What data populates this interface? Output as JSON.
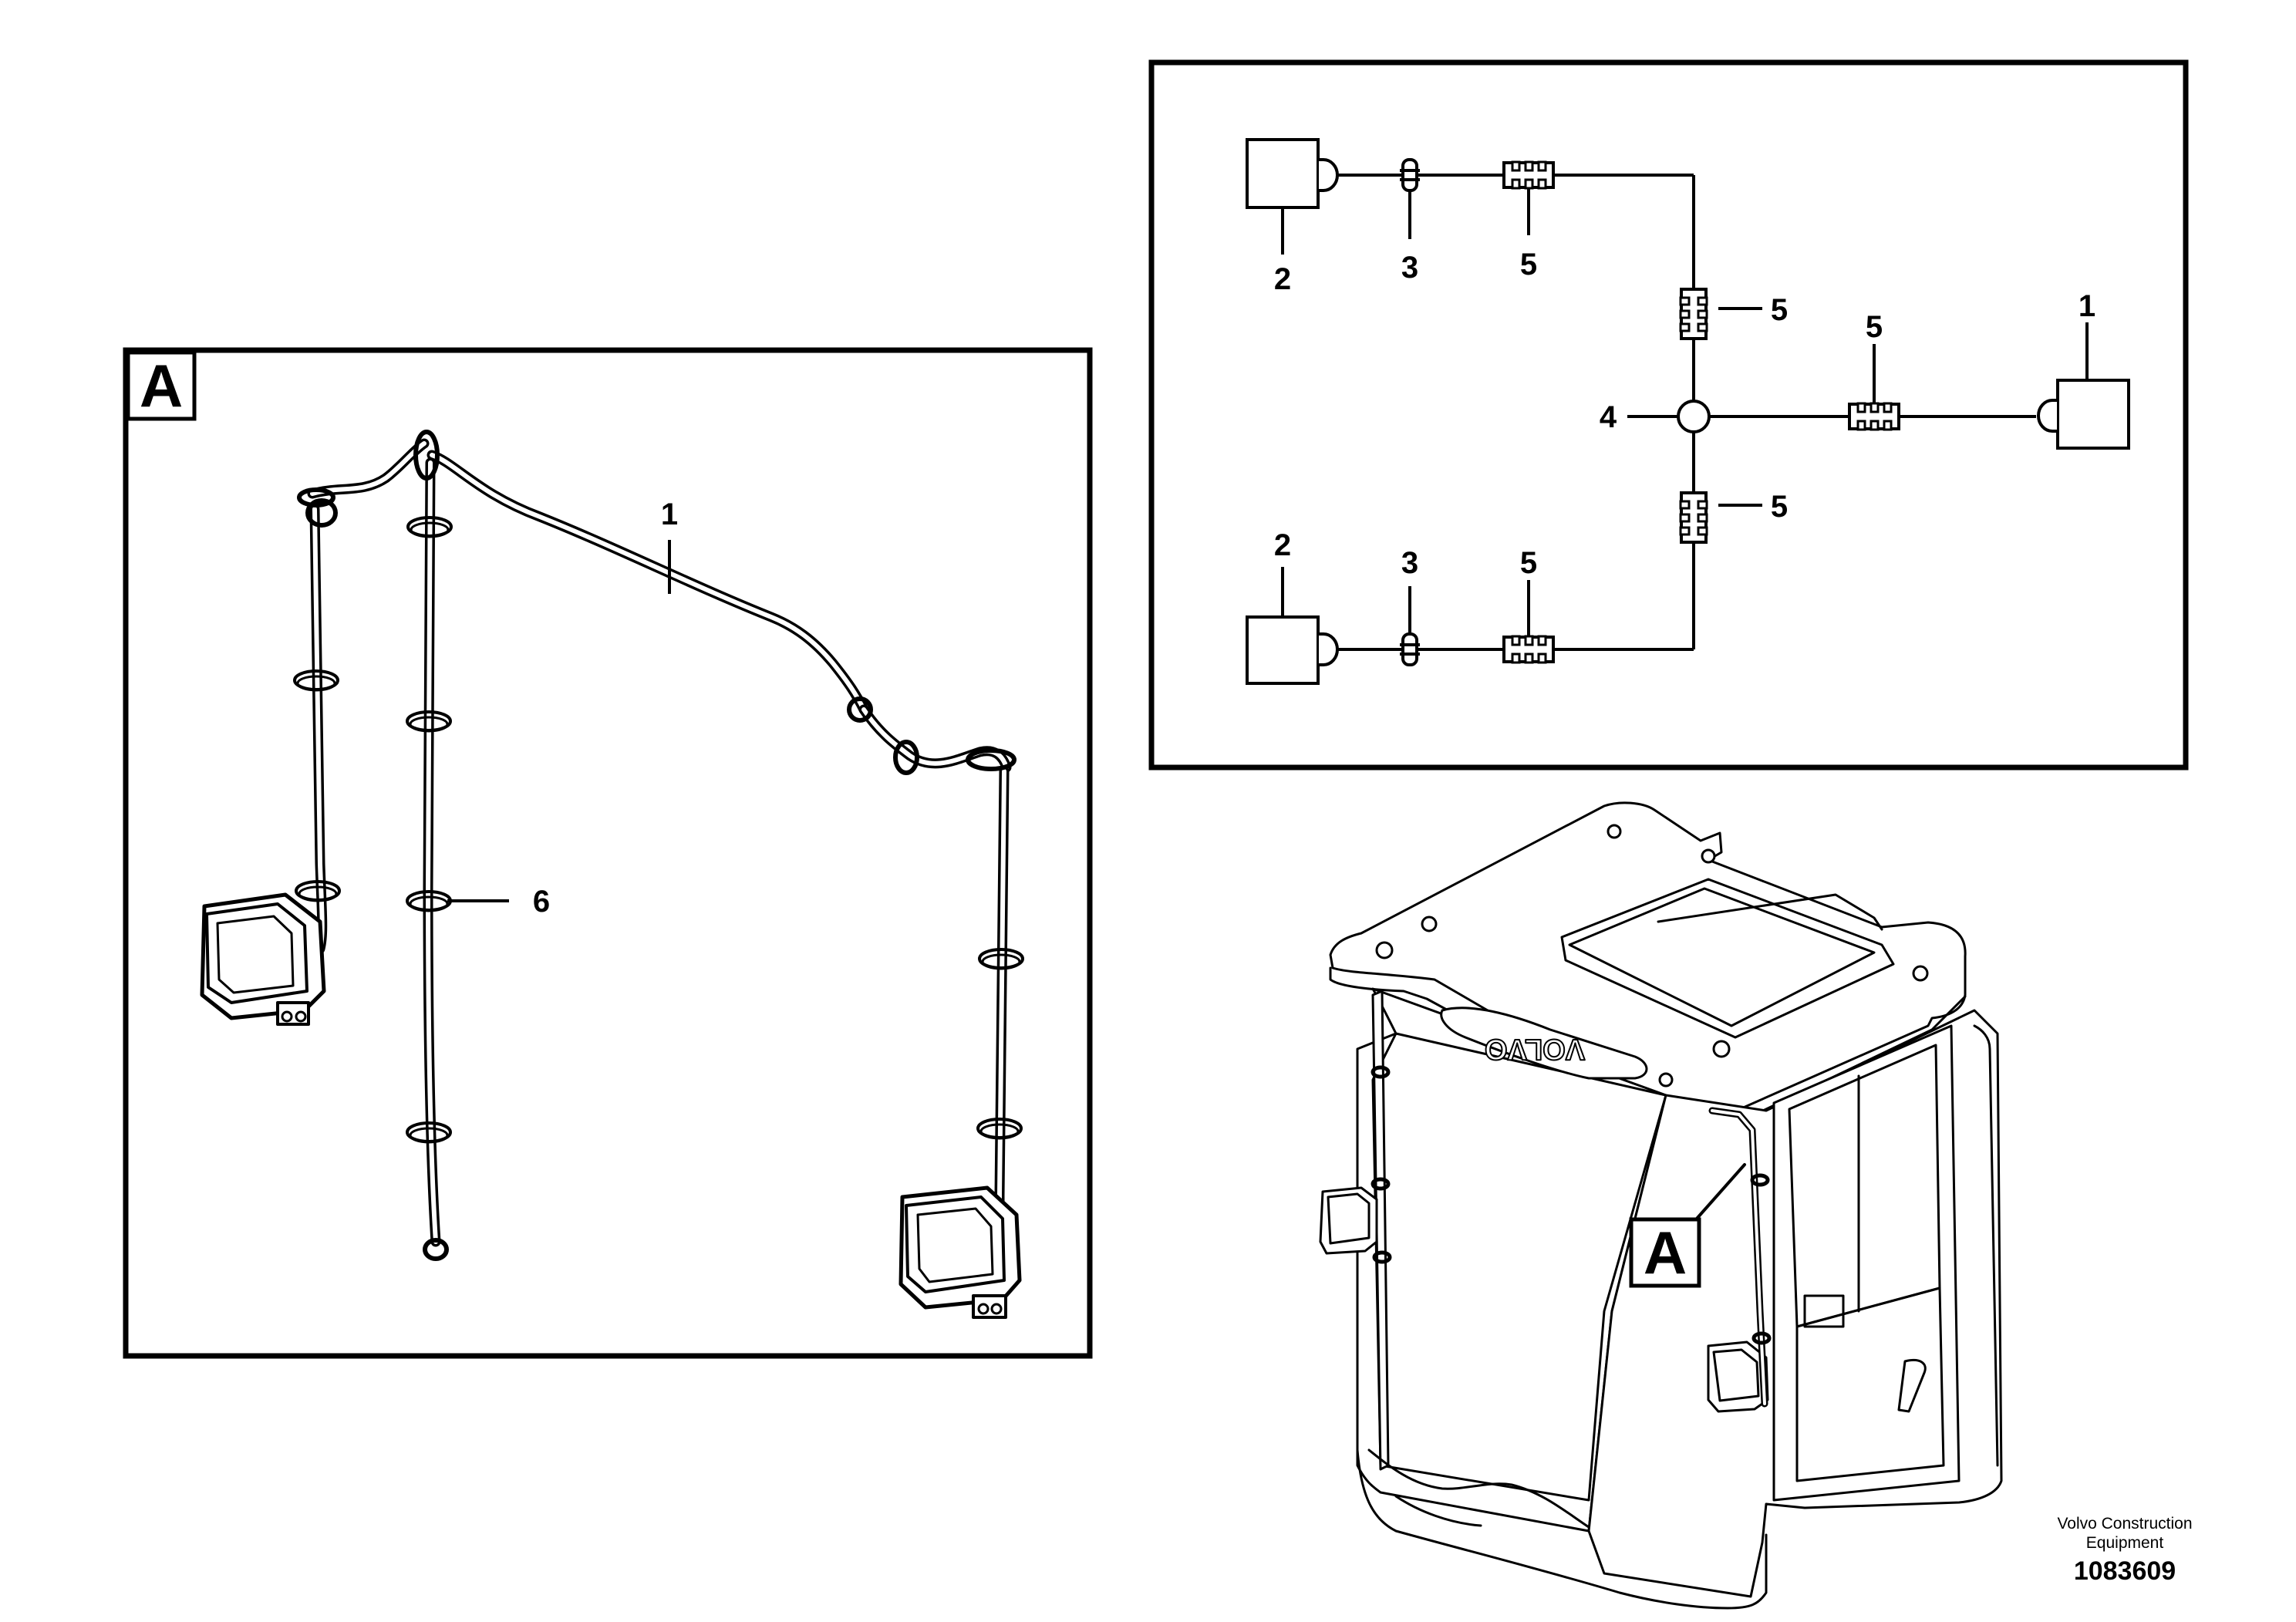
{
  "detail_view": {
    "view_letter": "A",
    "callouts": {
      "harness": "1",
      "clip": "6"
    }
  },
  "schematic": {
    "callouts": {
      "lamp_top": "2",
      "seal_top": "3",
      "conn_top": "5",
      "conn_vertical_top": "5",
      "conn_right": "5",
      "lamp_right": "1",
      "junction": "4",
      "conn_vertical_bottom": "5",
      "lamp_bottom": "2",
      "seal_bottom": "3",
      "conn_bottom": "5"
    }
  },
  "overview": {
    "view_letter": "A",
    "brand_mark": "VOLVO"
  },
  "footer": {
    "company_line1": "Volvo Construction",
    "company_line2": "Equipment",
    "drawing_number": "1083609"
  }
}
